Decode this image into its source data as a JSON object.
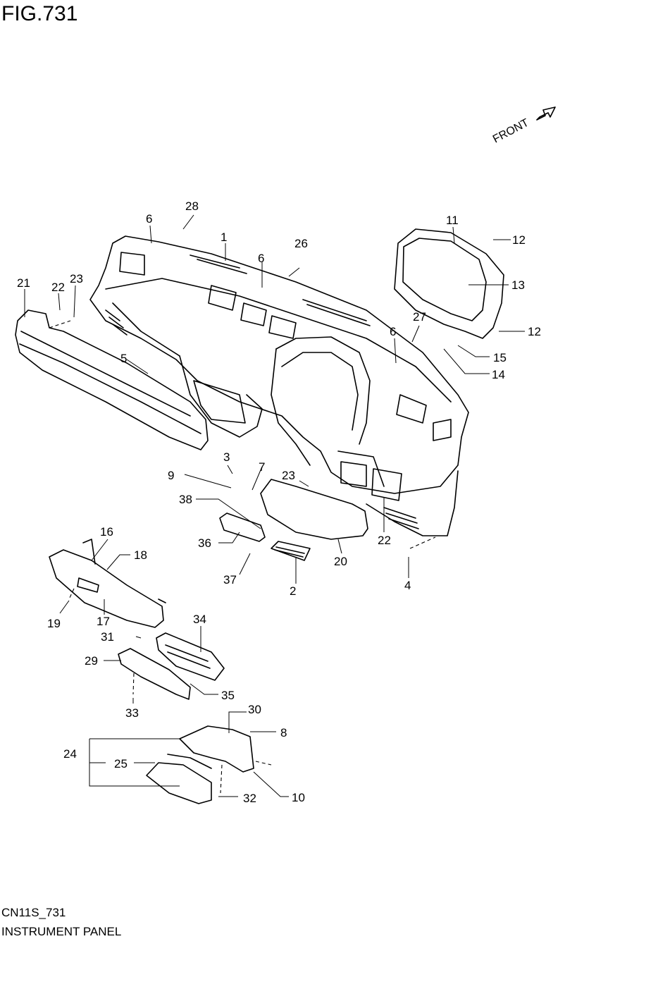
{
  "figure": {
    "title": "FIG.731",
    "code": "CN11S_731",
    "caption": "INSTRUMENT PANEL",
    "front_label": "FRONT"
  },
  "callouts": [
    "1",
    "2",
    "3",
    "4",
    "5",
    "6",
    "6",
    "6",
    "7",
    "8",
    "9",
    "10",
    "11",
    "12",
    "12",
    "13",
    "14",
    "15",
    "16",
    "17",
    "18",
    "19",
    "20",
    "21",
    "22",
    "22",
    "23",
    "23",
    "24",
    "25",
    "26",
    "27",
    "28",
    "29",
    "30",
    "31",
    "32",
    "33",
    "34",
    "35",
    "36",
    "37",
    "38"
  ]
}
